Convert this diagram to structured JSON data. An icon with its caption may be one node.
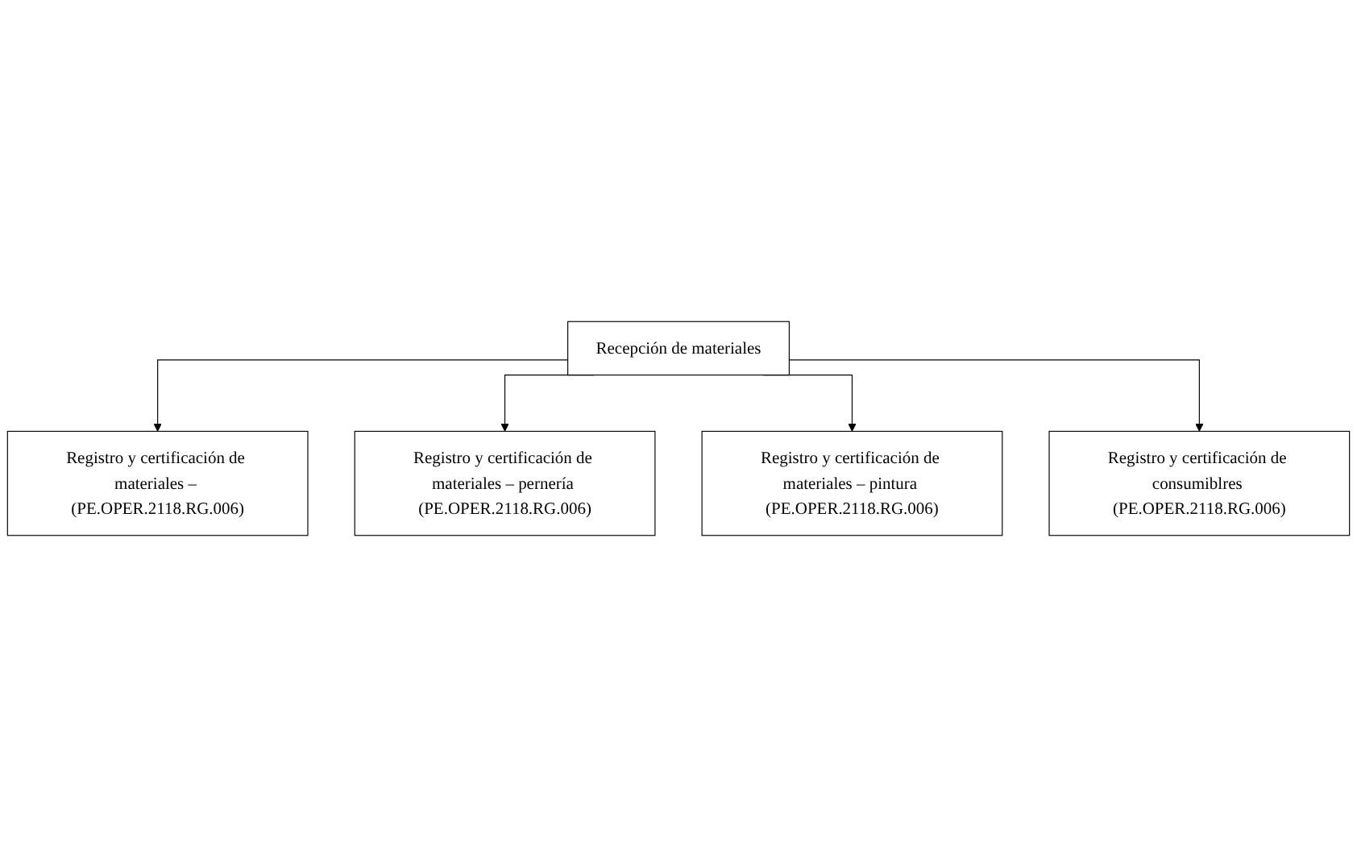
{
  "diagram": {
    "nodes": [
      {
        "text": [
          "Recepción de materiales"
        ]
      },
      {
        "text": [
          "Registro y certificación de materiales – (PE.OPER.2118.RG.006)"
        ]
      },
      {
        "text": [
          "Registro y certificación de materiales – pernería (PE.OPER.2118.RG.006)"
        ]
      },
      {
        "text": [
          "Registro y certificación de materiales – pintura (PE.OPER.2118.RG.006)"
        ]
      },
      {
        "text": [
          "Registro y certificación de consumiblres (PE.OPER.2118.RG.006)"
        ]
      }
    ],
    "edges": [
      {
        "from": 0,
        "to": 1,
        "arrow": "to"
      },
      {
        "from": 0,
        "to": 2,
        "arrow": "to"
      },
      {
        "from": 0,
        "to": 3,
        "arrow": "to"
      },
      {
        "from": 0,
        "to": 4,
        "arrow": "to"
      }
    ]
  }
}
